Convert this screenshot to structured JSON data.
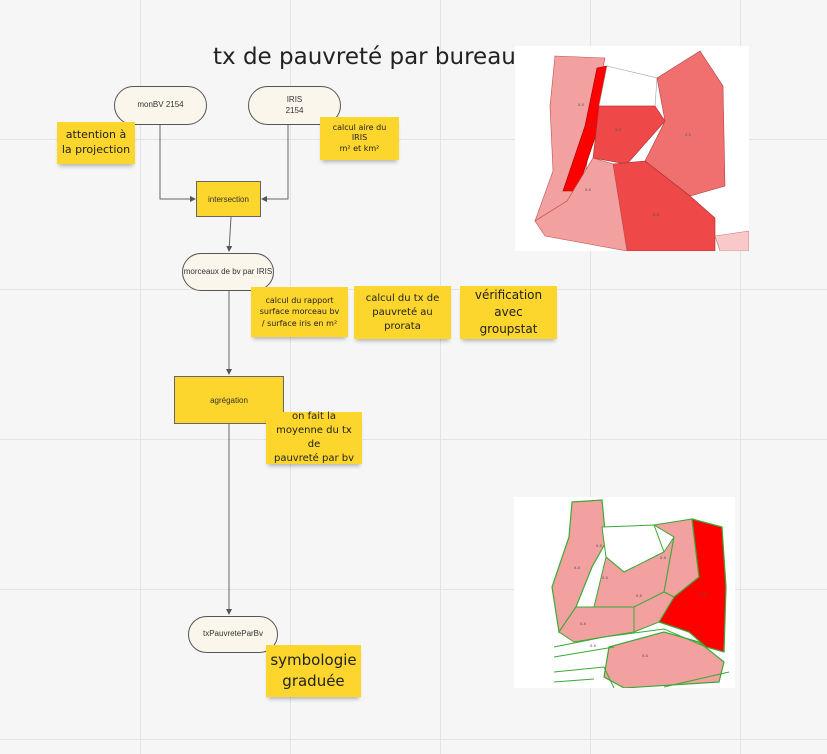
{
  "title": "tx de pauvreté par bureau",
  "nodes": {
    "monbv": "monBV 2154",
    "iris": "IRIS\n2154",
    "intersection": "intersection",
    "morceaux": "morceaux de bv par IRIS",
    "agregation": "agrégation",
    "output": "txPauvreteParBv"
  },
  "stickies": {
    "attention": "attention à\nla projection",
    "calcul_aire": "calcul aire du\nIRIS\nm² et km²",
    "calcul_rapport": "calcul du rapport\nsurface morceau bv\n/ surface iris en m²",
    "calcul_tx": "calcul du tx de\npauvreté au\nprorata",
    "verification": "vérification\navec groupstat",
    "moyenne": "on fait la\nmoyenne du tx de\npauvreté par bv",
    "symbologie": "symbologie\ngraduée"
  },
  "colors": {
    "sticky": "#fcd52d",
    "node_bg": "#fbf6ec",
    "map_light": "#f2a0a0",
    "map_mid": "#f07070",
    "map_strong": "#ee4848",
    "map_max": "#ff0000",
    "map_border_green": "#3aaa35"
  }
}
